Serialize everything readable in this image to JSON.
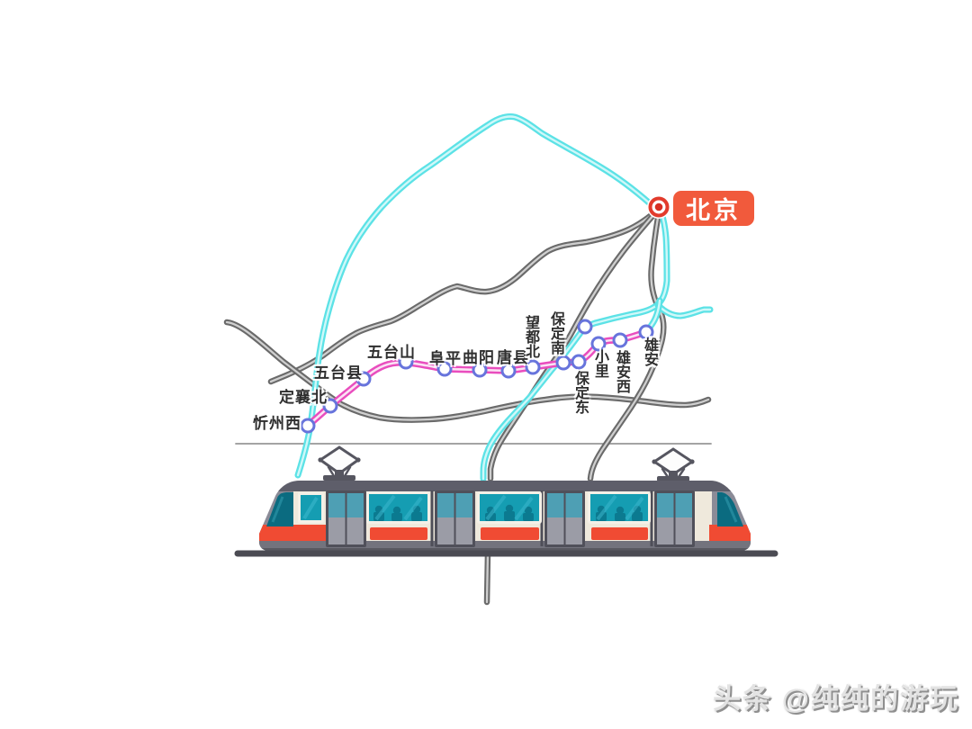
{
  "map": {
    "terminal_label": "北京",
    "stations": [
      {
        "label": "忻州西"
      },
      {
        "label": "定襄北"
      },
      {
        "label": "五台县"
      },
      {
        "label": "五台山"
      },
      {
        "label": "阜平"
      },
      {
        "label": "曲阳"
      },
      {
        "label": "唐县"
      },
      {
        "label": "望都北"
      },
      {
        "label": "保定南"
      },
      {
        "label": "保定东"
      },
      {
        "label": "小里"
      },
      {
        "label": "雄安西"
      },
      {
        "label": "雄安"
      }
    ],
    "colors": {
      "main_line_pink": "#E94DBE",
      "hsr_line_cyan": "#5CE2E6",
      "other_rail_gray": "#6A6A6A",
      "station_ring_blue": "#6774DC",
      "beijing_badge_red": "#F15A3C",
      "beijing_marker_red": "#E23B2C"
    }
  },
  "train": {
    "body_gray": "#8B8B97",
    "window_teal": "#159DB2",
    "stripe_red": "#F04B33",
    "cream": "#EFE9DC"
  },
  "watermark": {
    "text": "头条 @纯纯的游玩"
  }
}
